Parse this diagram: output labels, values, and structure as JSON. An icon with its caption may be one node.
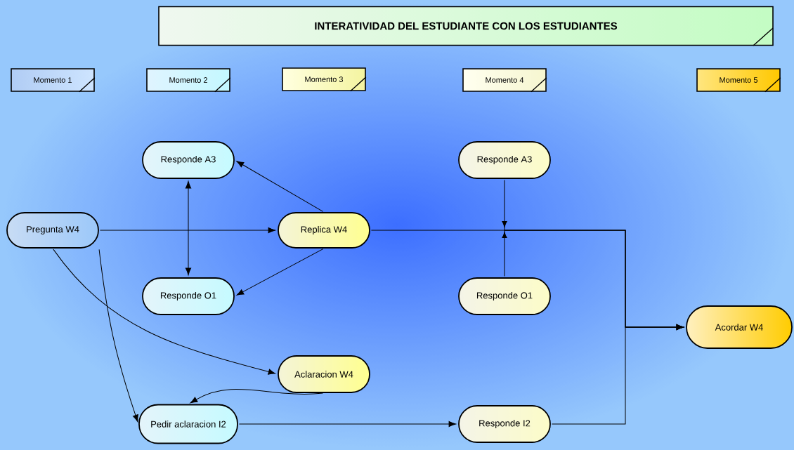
{
  "diagram": {
    "title": "INTERATIVIDAD  DEL ESTUDIANTE CON LOS ESTUDIANTES",
    "nodes": [
      {
        "text": [
          "Momento 1"
        ]
      },
      {
        "text": [
          "Momento 2"
        ]
      },
      {
        "text": [
          "Momento 3"
        ]
      },
      {
        "text": [
          "Momento 4"
        ]
      },
      {
        "text": [
          "Momento 5"
        ]
      },
      {
        "text": [
          "Responde A3"
        ]
      },
      {
        "text": [
          "Pregunta W4"
        ]
      },
      {
        "text": [
          "Replica W4"
        ]
      },
      {
        "text": [
          "Responde A3"
        ]
      },
      {
        "text": [
          "Responde O1"
        ]
      },
      {
        "text": [
          "Responde O1"
        ]
      },
      {
        "text": [
          "Acordar W4"
        ]
      },
      {
        "text": [
          "Aclaracion W4"
        ]
      },
      {
        "text": [
          "Pedir aclaracion I2"
        ]
      },
      {
        "text": [
          "Responde I2"
        ]
      }
    ],
    "edges": [
      {
        "from": 6,
        "to": 7,
        "arrow": "to"
      },
      {
        "from": 5,
        "to": 9,
        "arrow": "both"
      },
      {
        "from": 7,
        "to": 5,
        "arrow": "to"
      },
      {
        "from": 7,
        "to": 9,
        "arrow": "to"
      },
      {
        "from": 6,
        "to": 12,
        "arrow": "to"
      },
      {
        "from": 6,
        "to": 13,
        "arrow": "to"
      },
      {
        "from": 12,
        "to": 13,
        "arrow": "to"
      },
      {
        "from": 13,
        "to": 14,
        "arrow": "to"
      },
      {
        "from": 7,
        "to": 11,
        "arrow": "to"
      },
      {
        "from": 8,
        "to": 11,
        "arrow": "to"
      },
      {
        "from": 10,
        "to": 11,
        "arrow": "to"
      },
      {
        "from": 14,
        "to": 11,
        "arrow": "to"
      }
    ]
  }
}
